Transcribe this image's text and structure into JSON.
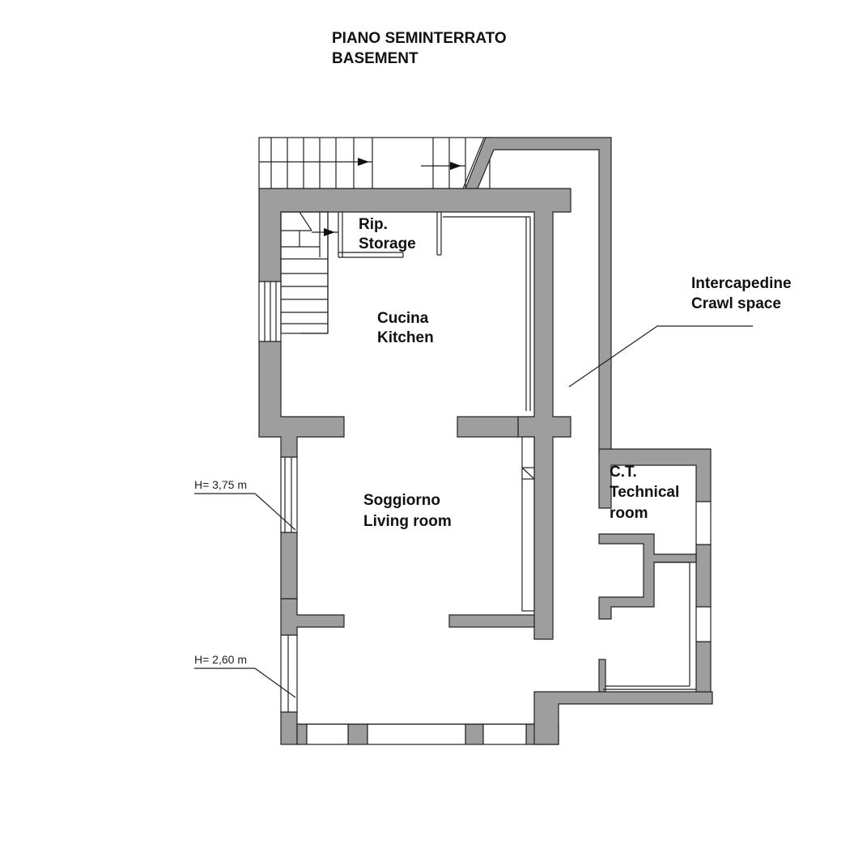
{
  "title": {
    "line1": "PIANO SEMINTERRATO",
    "line2": "BASEMENT"
  },
  "rooms": {
    "storage": {
      "it": "Rip.",
      "en": "Storage"
    },
    "kitchen": {
      "it": "Cucina",
      "en": "Kitchen"
    },
    "living": {
      "it": "Soggiorno",
      "en": "Living room"
    },
    "crawl": {
      "it": "Intercapedine",
      "en": "Crawl space"
    },
    "technical": {
      "it": "C.T.",
      "en": "Technical",
      "en2": "room"
    }
  },
  "heights": {
    "upper": "H= 3,75 m",
    "lower": "H= 2,60 m"
  },
  "colors": {
    "wall": "#9e9e9e",
    "line": "#222222",
    "background": "#ffffff"
  }
}
